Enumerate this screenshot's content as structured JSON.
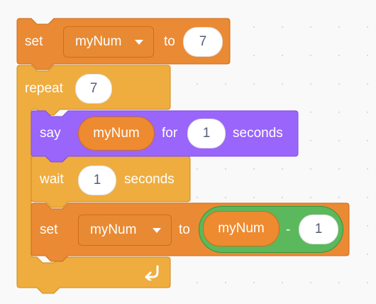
{
  "colors": {
    "variables": "#ff8c1a",
    "control": "#ffab19",
    "looks": "#9966ff",
    "operators": "#59c059"
  },
  "blocks": {
    "set_top": {
      "keyword": "set",
      "variable": "myNum",
      "to_label": "to",
      "value": "7"
    },
    "repeat": {
      "keyword": "repeat",
      "times": "7",
      "loop_icon": "loop-arrow-icon"
    },
    "say": {
      "keyword": "say",
      "reporter": "myNum",
      "for_label": "for",
      "secs": "1",
      "seconds_label": "seconds"
    },
    "wait": {
      "keyword": "wait",
      "secs": "1",
      "seconds_label": "seconds"
    },
    "set_inner": {
      "keyword": "set",
      "variable": "myNum",
      "to_label": "to",
      "operator": {
        "left": "myNum",
        "symbol": "-",
        "right": "1"
      }
    }
  }
}
